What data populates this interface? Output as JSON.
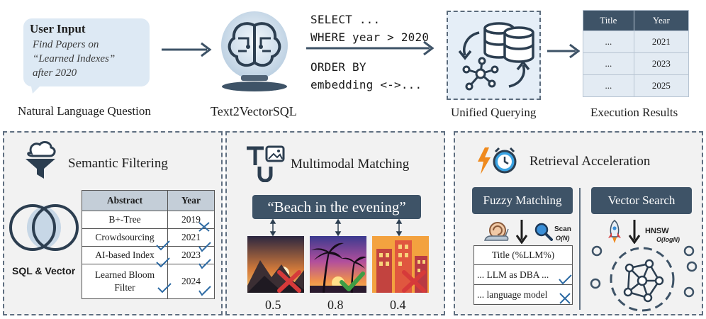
{
  "top": {
    "user_input_title": "User Input",
    "user_input_lines": [
      "Find Papers on",
      "“Learned Indexes”",
      "after 2020"
    ],
    "nl_caption": "Natural Language Question",
    "t2v_caption": "Text2VectorSQL",
    "sql_lines": [
      "SELECT ...",
      "WHERE year > 2020",
      "ORDER BY",
      "embedding <->..."
    ],
    "unified_caption": "Unified Querying",
    "results_caption": "Execution Results",
    "results_table": {
      "headers": [
        "Title",
        "Year"
      ],
      "rows": [
        [
          "...",
          "2021"
        ],
        [
          "...",
          "2023"
        ],
        [
          "...",
          "2025"
        ]
      ]
    }
  },
  "semantic": {
    "title": "Semantic Filtering",
    "venn_label": "SQL & Vector",
    "table_headers": [
      "Abstract",
      "Year"
    ],
    "rows": [
      {
        "abstract": "B+-Tree",
        "year": "2019"
      },
      {
        "abstract": "Crowdsourcing",
        "year": "2021"
      },
      {
        "abstract": "AI-based Index",
        "year": "2023"
      },
      {
        "abstract_lines": [
          "Learned Bloom",
          "Filter"
        ],
        "year": "2024"
      }
    ]
  },
  "multimodal": {
    "title": "Multimodal Matching",
    "query": "“Beach in the evening”",
    "scores": [
      "0.5",
      "0.8",
      "0.4"
    ]
  },
  "retrieval": {
    "title": "Retrieval Acceleration",
    "fuzzy_label": "Fuzzy Matching",
    "vector_label": "Vector Search",
    "scan_label": "Scan",
    "scan_complexity": "O(N)",
    "hnsw_label": "HNSW",
    "hnsw_complexity": "O(logN)",
    "title_table_header": "Title (%LLM%)",
    "title_table_rows": [
      "... LLM as DBA ...",
      "... language model"
    ]
  },
  "colors": {
    "dark_slate": "#3e5367",
    "light_blue": "#dde9f4",
    "check_green": "#3f9d45",
    "cross_red": "#d63a3a",
    "check_blue": "#2d6aa3"
  }
}
